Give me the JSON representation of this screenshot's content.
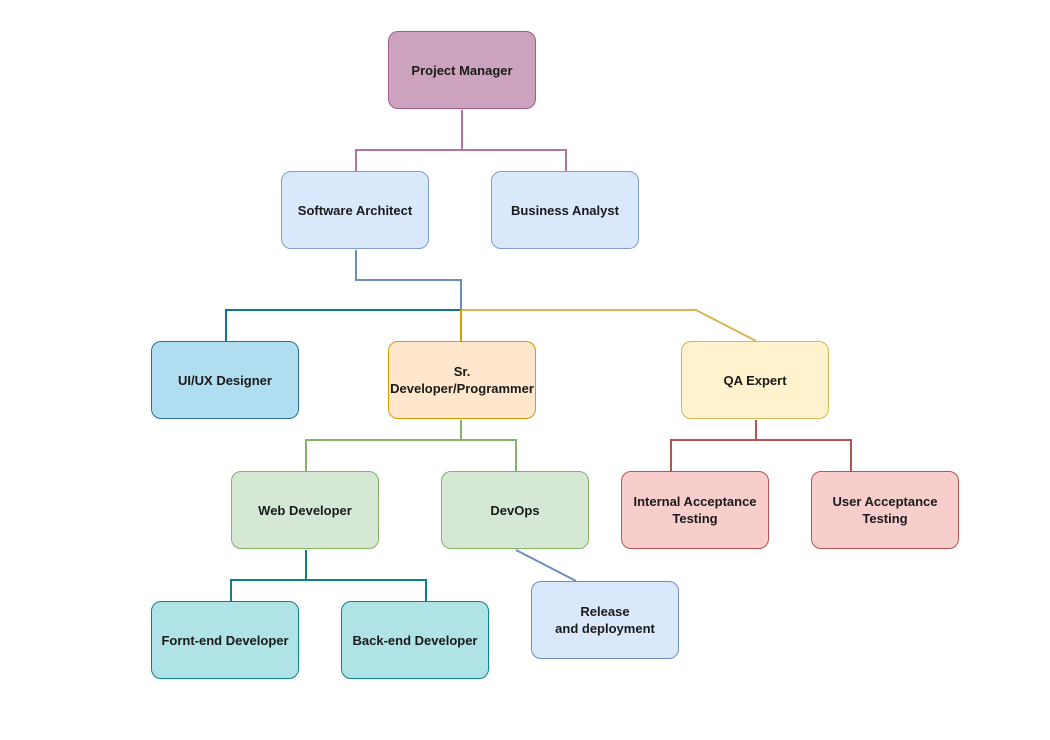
{
  "nodes": {
    "project_manager": "Project Manager",
    "software_architect": "Software Architect",
    "business_analyst": "Business Analyst",
    "ui_ux_designer": "UI/UX Designer",
    "sr_developer": "Sr.\nDeveloper/Programmer",
    "qa_expert": "QA Expert",
    "web_developer": "Web Developer",
    "devops": "DevOps",
    "internal_acceptance_testing": "Internal Acceptance\nTesting",
    "user_acceptance_testing": "User Acceptance Testing",
    "frontend_developer": "Fornt-end Developer",
    "backend_developer": "Back-end Developer",
    "release_deployment": "Release\nand deployment"
  },
  "edges": [
    {
      "from": "project_manager",
      "to": "software_architect",
      "color": "#b5739d"
    },
    {
      "from": "project_manager",
      "to": "business_analyst",
      "color": "#b5739d"
    },
    {
      "from": "software_architect",
      "to": "ui_ux_designer",
      "color": "#10739e"
    },
    {
      "from": "software_architect",
      "to": "sr_developer",
      "color": "#d79b00"
    },
    {
      "from": "software_architect",
      "to": "qa_expert",
      "color": "#d6b656"
    },
    {
      "from": "sr_developer",
      "to": "web_developer",
      "color": "#82b366"
    },
    {
      "from": "sr_developer",
      "to": "devops",
      "color": "#82b366"
    },
    {
      "from": "qa_expert",
      "to": "internal_acceptance_testing",
      "color": "#b85450"
    },
    {
      "from": "qa_expert",
      "to": "user_acceptance_testing",
      "color": "#b85450"
    },
    {
      "from": "web_developer",
      "to": "frontend_developer",
      "color": "#0e8088"
    },
    {
      "from": "web_developer",
      "to": "backend_developer",
      "color": "#0e8088"
    },
    {
      "from": "devops",
      "to": "release_deployment",
      "color": "#6c8ebf"
    }
  ]
}
